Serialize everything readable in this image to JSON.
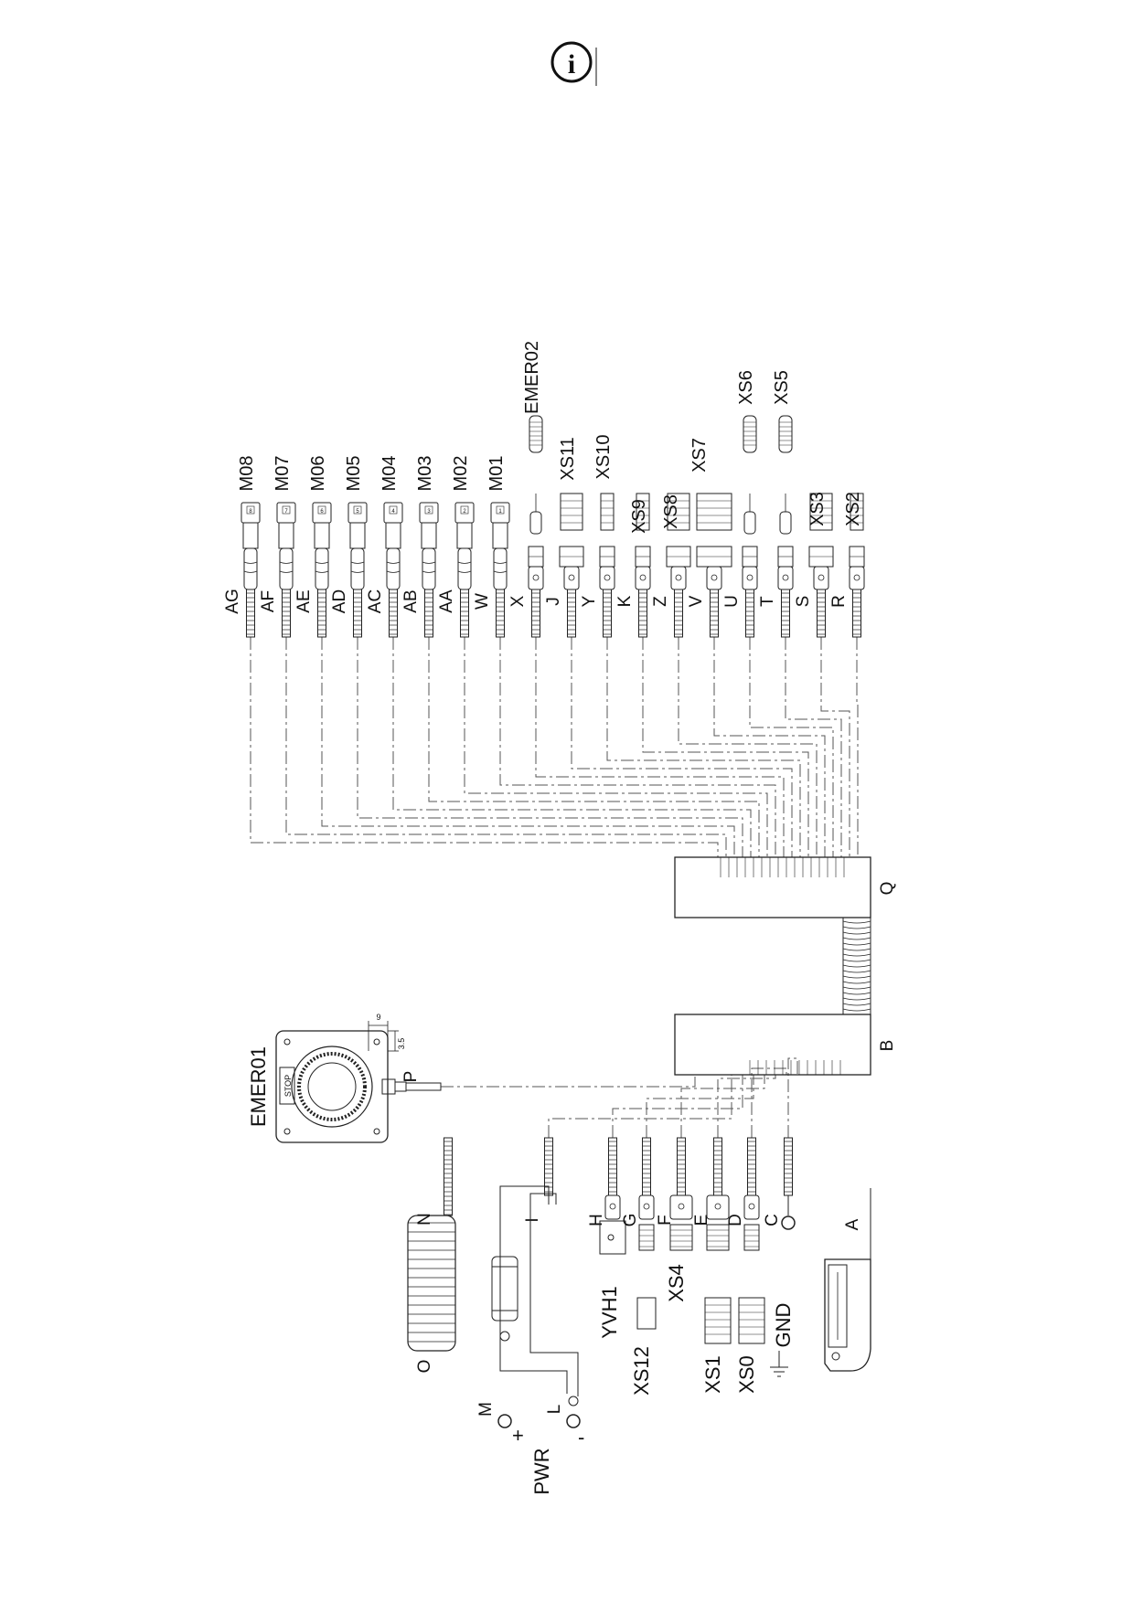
{
  "info_icon": {
    "name": "info-icon",
    "glyph": "i"
  },
  "top_cables": [
    {
      "cable": "AG",
      "connector": "M08"
    },
    {
      "cable": "AF",
      "connector": "M07"
    },
    {
      "cable": "AE",
      "connector": "M06"
    },
    {
      "cable": "AD",
      "connector": "M05"
    },
    {
      "cable": "AC",
      "connector": "M04"
    },
    {
      "cable": "AB",
      "connector": "M03"
    },
    {
      "cable": "AA",
      "connector": "M02"
    },
    {
      "cable": "W",
      "connector": "M01"
    },
    {
      "cable": "X",
      "connector": "EMER02"
    },
    {
      "cable": "J",
      "connector": "XS11"
    },
    {
      "cable": "Y",
      "connector": "XS10"
    },
    {
      "cable": "K",
      "connector": "XS9"
    },
    {
      "cable": "Z",
      "connector": "XS8"
    },
    {
      "cable": "V",
      "connector": "XS7"
    },
    {
      "cable": "U",
      "connector": "XS6"
    },
    {
      "cable": "T",
      "connector": "XS5"
    },
    {
      "cable": "S",
      "connector": "XS3"
    },
    {
      "cable": "R",
      "connector": "XS2"
    }
  ],
  "boxes": {
    "upper": "Q",
    "lower": "B"
  },
  "emergency": {
    "title": "EMER01",
    "cable": "P",
    "button_text": "STOP",
    "dim_a": "9",
    "dim_b": "3.5"
  },
  "bottom_cables": [
    {
      "cable": "N",
      "connector": "O"
    },
    {
      "cable": "I",
      "connector": "PWR"
    },
    {
      "cable": "H",
      "connector": "YVH1"
    },
    {
      "cable": "G",
      "connector": "XS12"
    },
    {
      "cable": "F",
      "connector": "XS4"
    },
    {
      "cable": "E",
      "connector": "XS1"
    },
    {
      "cable": "D",
      "connector": "XS0"
    },
    {
      "cable": "C",
      "connector": "GND"
    },
    {
      "cable": "A",
      "connector": ""
    }
  ],
  "power": {
    "plus_lead": "M",
    "minus_lead": "L",
    "plus_sign": "+",
    "minus_sign": "-"
  },
  "pin_numbers": [
    "8",
    "7",
    "6",
    "5",
    "4",
    "3",
    "2",
    "1"
  ]
}
